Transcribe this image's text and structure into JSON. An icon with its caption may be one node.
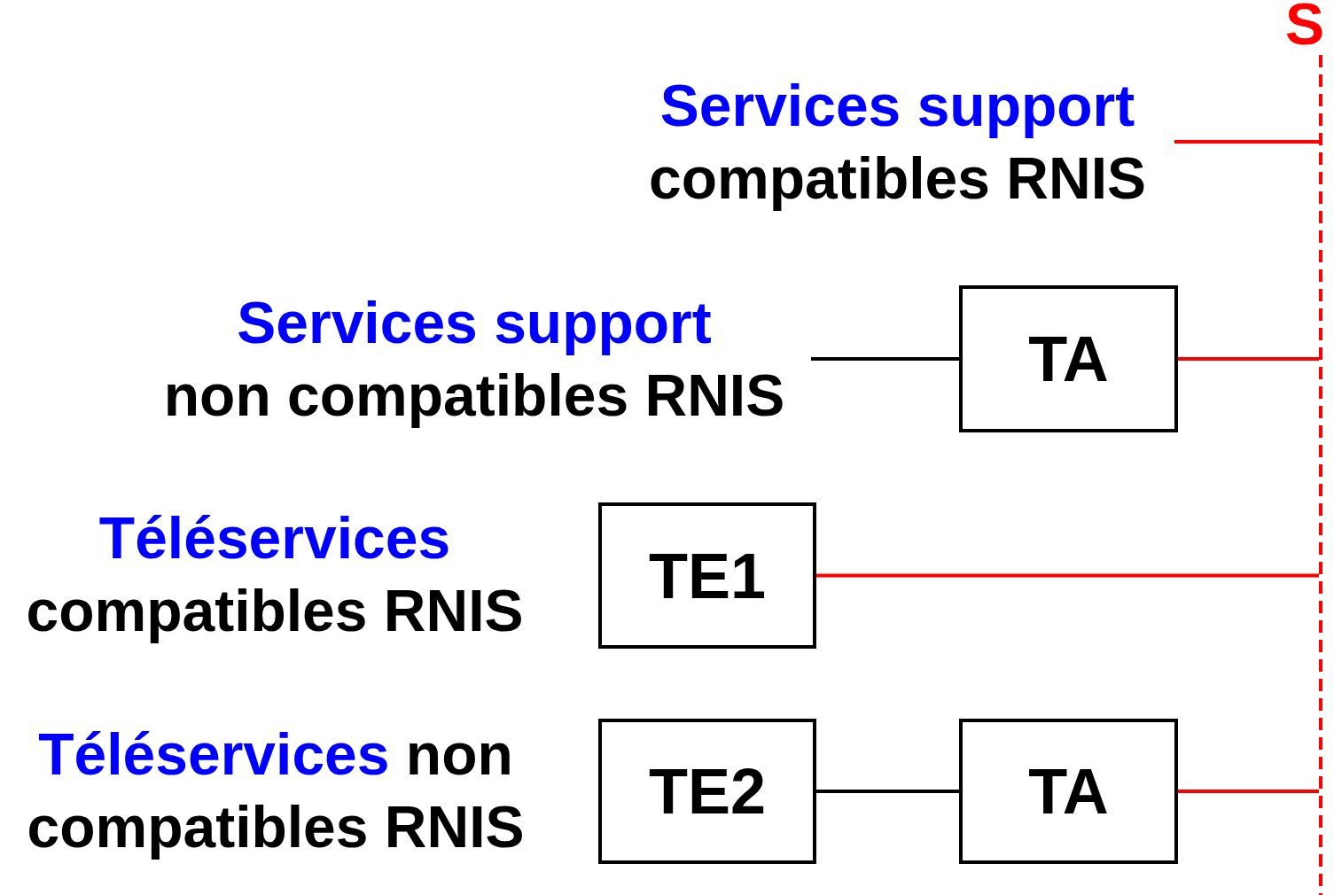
{
  "diagram": {
    "nodes": [
      {
        "text": [
          "Services support",
          "compatibles RNIS"
        ]
      },
      {
        "text": [
          "Services support",
          "non compatibles RNIS"
        ]
      },
      {
        "text": [
          "TA"
        ]
      },
      {
        "text": [
          "TE1"
        ]
      },
      {
        "text": [
          "TE2"
        ]
      },
      {
        "text": [
          "TA"
        ]
      },
      {
        "text": [],
        "shape": "line",
        "beside": [
          "S"
        ]
      }
    ],
    "edges": [
      {
        "from": 0,
        "to": 6,
        "arrow": "none"
      },
      {
        "from": 1,
        "to": 2,
        "arrow": "none",
        "color": "#000000"
      },
      {
        "from": 2,
        "to": 6,
        "arrow": "none"
      },
      {
        "from": 3,
        "to": 6,
        "arrow": "none"
      },
      {
        "from": 4,
        "to": 5,
        "arrow": "none",
        "color": "#000000"
      },
      {
        "from": 5,
        "to": 6,
        "arrow": "none"
      }
    ],
    "labels": [
      "Téléservices",
      "compatibles RNIS",
      "Téléservices",
      "non compatibles RNIS"
    ]
  }
}
